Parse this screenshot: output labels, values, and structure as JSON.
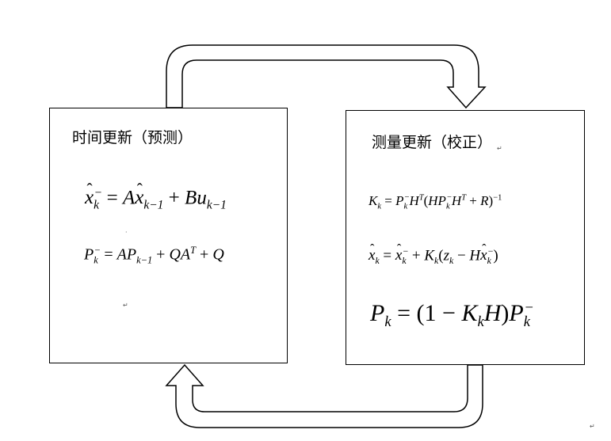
{
  "left_box": {
    "title": "时间更新（预测）",
    "eq1": {
      "lhs_x": "x",
      "lhs_sub": "k",
      "lhs_sup": "−",
      "eq": " = ",
      "A": "A",
      "x2": "x",
      "x2_sub": "k−1",
      "plus": " + ",
      "B": "B",
      "u": "u",
      "u_sub": "k−1"
    },
    "eq2": {
      "P": "P",
      "P_sub": "k",
      "P_sup": "−",
      "eq": " = ",
      "AP": "AP",
      "AP_sub": "k−1",
      "plus1": " + ",
      "QA": "QA",
      "QA_sup": "T",
      "plus2": " + ",
      "Q": "Q"
    },
    "mark_dot": "·",
    "mark_return": "↵"
  },
  "right_box": {
    "title": "测量更新（校正）",
    "title_mark": "↵",
    "eq1": {
      "K": "K",
      "K_sub": "k",
      "eq": " = ",
      "P": "P",
      "P_sub": "k",
      "P_sup": "−",
      "H": "H",
      "H_sup": "T",
      "paren_open": "(",
      "HP": "HP",
      "HP_sub": "k",
      "HP_sup": "−",
      "H2": "H",
      "H2_sup": "T",
      "plus": " + ",
      "R": "R",
      "paren_close": ")",
      "inv": "−1"
    },
    "eq2": {
      "x": "x",
      "x_sub": "k",
      "eq": " = ",
      "x2": "x",
      "x2_sub": "k",
      "x2_sup": "−",
      "plus": " + ",
      "K": "K",
      "K_sub": "k",
      "paren_open": "(",
      "z": "z",
      "z_sub": "k",
      "minus": " − ",
      "H": "H",
      "x3": "x",
      "x3_sub": "k",
      "x3_sup": "−",
      "paren_close": ")"
    },
    "eq3": {
      "P": "P",
      "P_sub": "k",
      "eq": " = ",
      "paren_open": "(",
      "one": "1",
      "minus": " − ",
      "K": "K",
      "K_sub": "k",
      "H": "H",
      "paren_close": ")",
      "P2": "P",
      "P2_sub": "k",
      "P2_sup": "−"
    }
  },
  "page_mark": "↵",
  "colors": {
    "stroke": "#000000",
    "background": "#ffffff"
  }
}
